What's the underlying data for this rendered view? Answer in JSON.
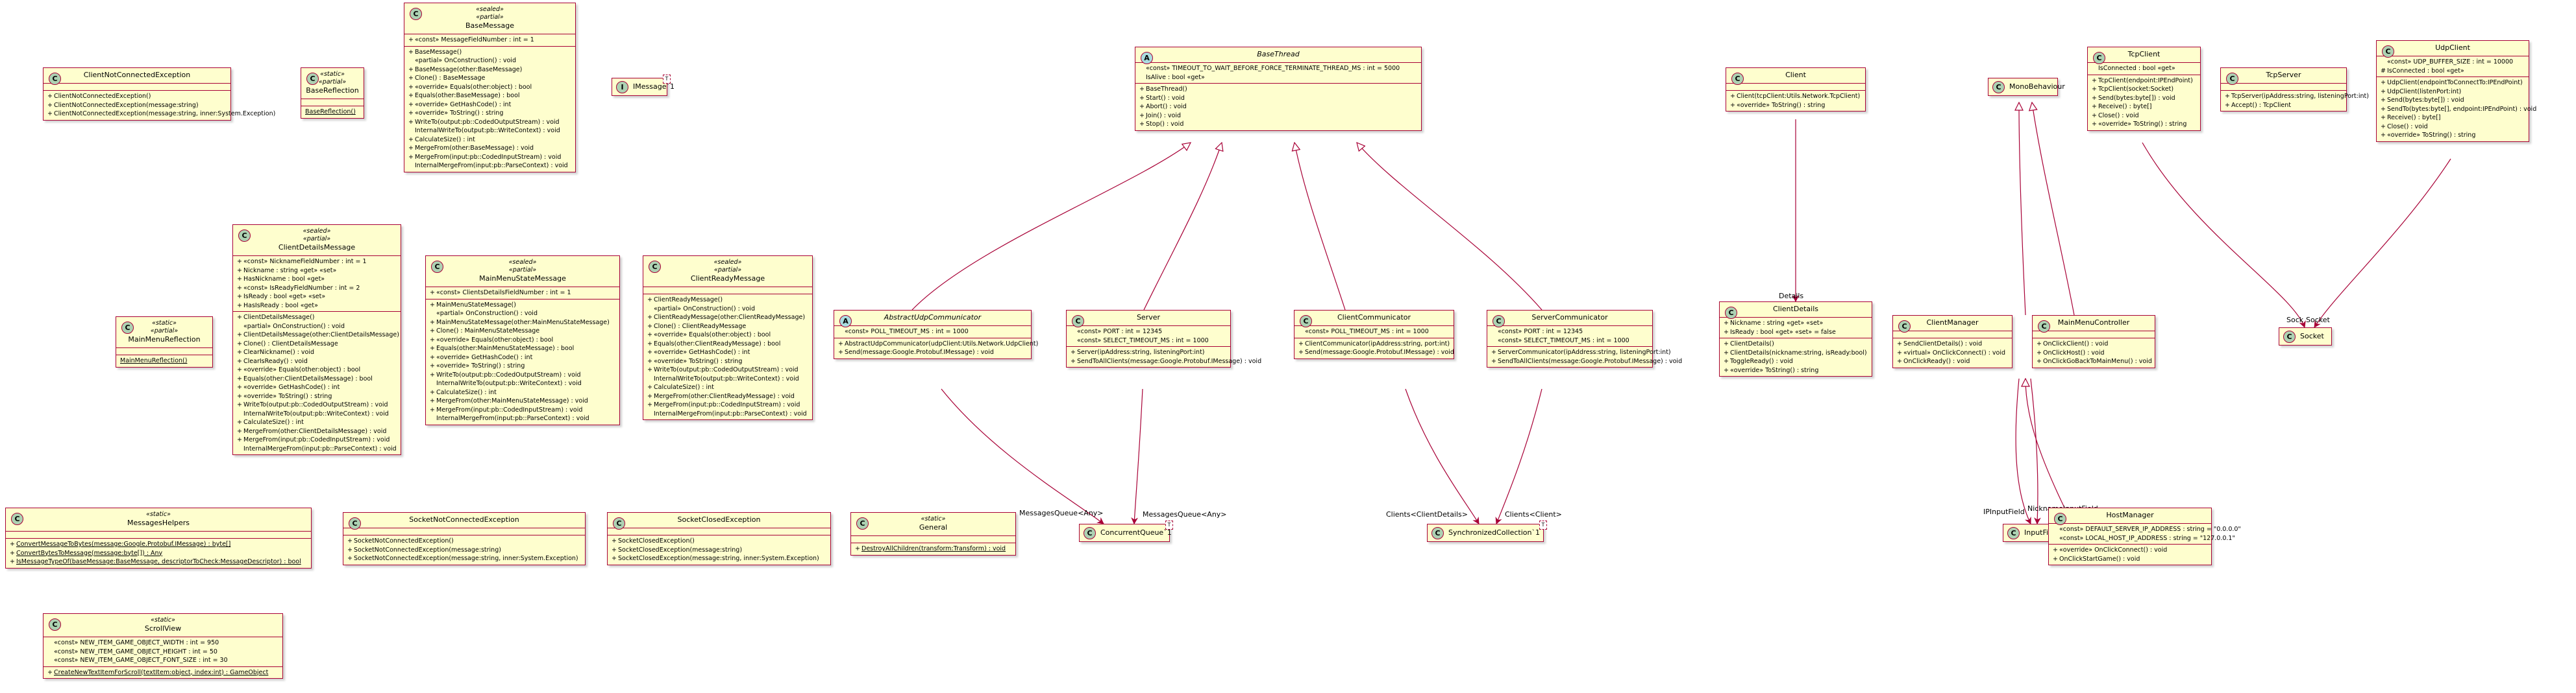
{
  "classes": {
    "client_not_connected_exception": {
      "name": "ClientNotConnectedException",
      "kind": "C",
      "fields": [],
      "methods": [
        {
          "vis": "+",
          "text": "ClientNotConnectedException()"
        },
        {
          "vis": "+",
          "text": "ClientNotConnectedException(message:string)"
        },
        {
          "vis": "+",
          "text": "ClientNotConnectedException(message:string, inner:System.Exception)"
        }
      ]
    },
    "base_reflection": {
      "name": "BaseReflection",
      "kind": "C",
      "stereotypes": [
        "«static»",
        "«partial»"
      ],
      "fields": [],
      "methods": [
        {
          "vis": "",
          "text": "BaseReflection()",
          "static": true
        }
      ]
    },
    "base_message": {
      "name": "BaseMessage",
      "kind": "C",
      "stereotypes": [
        "«sealed»",
        "«partial»"
      ],
      "fields": [
        {
          "vis": "+",
          "text": "«const» MessageFieldNumber : int = 1"
        }
      ],
      "methods": [
        {
          "vis": "+",
          "text": "BaseMessage()"
        },
        {
          "vis": "",
          "text": "«partial» OnConstruction() : void",
          "indent": true
        },
        {
          "vis": "+",
          "text": "BaseMessage(other:BaseMessage)"
        },
        {
          "vis": "+",
          "text": "Clone() : BaseMessage"
        },
        {
          "vis": "+",
          "text": "«override» Equals(other:object) : bool"
        },
        {
          "vis": "+",
          "text": "Equals(other:BaseMessage) : bool"
        },
        {
          "vis": "+",
          "text": "«override» GetHashCode() : int"
        },
        {
          "vis": "+",
          "text": "«override» ToString() : string"
        },
        {
          "vis": "+",
          "text": "WriteTo(output:pb::CodedOutputStream) : void"
        },
        {
          "vis": "",
          "text": "InternalWriteTo(output:pb::WriteContext) : void",
          "indent": true
        },
        {
          "vis": "+",
          "text": "CalculateSize() : int"
        },
        {
          "vis": "+",
          "text": "MergeFrom(other:BaseMessage) : void"
        },
        {
          "vis": "+",
          "text": "MergeFrom(input:pb::CodedInputStream) : void"
        },
        {
          "vis": "",
          "text": "InternalMergeFrom(input:pb::ParseContext) : void",
          "indent": true
        }
      ]
    },
    "imessage_1": {
      "name": "IMessage`1",
      "generic": "T"
    },
    "base_thread": {
      "name": "BaseThread",
      "kind": "A",
      "abstract": true,
      "fields": [
        {
          "vis": "",
          "text": "«const» TIMEOUT_TO_WAIT_BEFORE_FORCE_TERMINATE_THREAD_MS : int = 5000"
        },
        {
          "vis": "",
          "text": "IsAlive : bool «get»"
        }
      ],
      "methods": [
        {
          "vis": "+",
          "text": "BaseThread()"
        },
        {
          "vis": "+",
          "text": "Start() : void"
        },
        {
          "vis": "+",
          "text": "Abort() : void"
        },
        {
          "vis": "+",
          "text": "Join() : void"
        },
        {
          "vis": "+",
          "text": "Stop() : void"
        }
      ]
    },
    "client": {
      "name": "Client",
      "kind": "C",
      "fields": [],
      "methods": [
        {
          "vis": "+",
          "text": "Client(tcpClient:Utils.Network.TcpClient)"
        },
        {
          "vis": "+",
          "text": "«override» ToString() : string"
        }
      ]
    },
    "mono_behaviour": {
      "name": "MonoBehaviour",
      "kind": "C"
    },
    "tcp_client": {
      "name": "TcpClient",
      "kind": "C",
      "fields": [
        {
          "vis": "",
          "text": "IsConnected : bool «get»"
        }
      ],
      "methods": [
        {
          "vis": "+",
          "text": "TcpClient(endpoint:IPEndPoint)"
        },
        {
          "vis": "+",
          "text": "TcpClient(socket:Socket)"
        },
        {
          "vis": "+",
          "text": "Send(bytes:byte[]) : void"
        },
        {
          "vis": "+",
          "text": "Receive() : byte[]"
        },
        {
          "vis": "+",
          "text": "Close() : void"
        },
        {
          "vis": "+",
          "text": "«override» ToString() : string"
        }
      ]
    },
    "tcp_server": {
      "name": "TcpServer",
      "kind": "C",
      "fields": [],
      "methods": [
        {
          "vis": "+",
          "text": "TcpServer(ipAddress:string, listeningPort:int)"
        },
        {
          "vis": "+",
          "text": "Accept() : TcpClient"
        }
      ]
    },
    "udp_client": {
      "name": "UdpClient",
      "kind": "C",
      "fields": [
        {
          "vis": "",
          "text": "«const» UDP_BUFFER_SIZE : int = 10000"
        },
        {
          "vis": "#",
          "text": "IsConnected : bool «get»"
        }
      ],
      "methods": [
        {
          "vis": "+",
          "text": "UdpClient(endpointToConnectTo:IPEndPoint)"
        },
        {
          "vis": "+",
          "text": "UdpClient(listenPort:int)"
        },
        {
          "vis": "+",
          "text": "Send(bytes:byte[]) : void"
        },
        {
          "vis": "+",
          "text": "SendTo(bytes:byte[], endpoint:IPEndPoint) : void"
        },
        {
          "vis": "+",
          "text": "Receive() : byte[]"
        },
        {
          "vis": "+",
          "text": "Close() : void"
        },
        {
          "vis": "+",
          "text": "«override» ToString() : string"
        }
      ]
    },
    "client_details_message": {
      "name": "ClientDetailsMessage",
      "kind": "C",
      "stereotypes": [
        "«sealed»",
        "«partial»"
      ],
      "fields": [
        {
          "vis": "+",
          "text": "«const» NicknameFieldNumber : int = 1"
        },
        {
          "vis": "+",
          "text": "Nickname : string «get» «set»"
        },
        {
          "vis": "+",
          "text": "HasNickname : bool «get»"
        },
        {
          "vis": "+",
          "text": "«const» IsReadyFieldNumber : int = 2"
        },
        {
          "vis": "+",
          "text": "IsReady : bool «get» «set»"
        },
        {
          "vis": "+",
          "text": "HasIsReady : bool «get»"
        }
      ],
      "methods": [
        {
          "vis": "+",
          "text": "ClientDetailsMessage()"
        },
        {
          "vis": "",
          "text": "«partial» OnConstruction() : void",
          "indent": true
        },
        {
          "vis": "+",
          "text": "ClientDetailsMessage(other:ClientDetailsMessage)"
        },
        {
          "vis": "+",
          "text": "Clone() : ClientDetailsMessage"
        },
        {
          "vis": "+",
          "text": "ClearNickname() : void"
        },
        {
          "vis": "+",
          "text": "ClearIsReady() : void"
        },
        {
          "vis": "+",
          "text": "«override» Equals(other:object) : bool"
        },
        {
          "vis": "+",
          "text": "Equals(other:ClientDetailsMessage) : bool"
        },
        {
          "vis": "+",
          "text": "«override» GetHashCode() : int"
        },
        {
          "vis": "+",
          "text": "«override» ToString() : string"
        },
        {
          "vis": "+",
          "text": "WriteTo(output:pb::CodedOutputStream) : void"
        },
        {
          "vis": "",
          "text": "InternalWriteTo(output:pb::WriteContext) : void",
          "indent": true
        },
        {
          "vis": "+",
          "text": "CalculateSize() : int"
        },
        {
          "vis": "+",
          "text": "MergeFrom(other:ClientDetailsMessage) : void"
        },
        {
          "vis": "+",
          "text": "MergeFrom(input:pb::CodedInputStream) : void"
        },
        {
          "vis": "",
          "text": "InternalMergeFrom(input:pb::ParseContext) : void",
          "indent": true
        }
      ]
    },
    "main_menu_reflection": {
      "name": "MainMenuReflection",
      "kind": "C",
      "stereotypes": [
        "«static»",
        "«partial»"
      ],
      "fields": [],
      "methods": [
        {
          "vis": "",
          "text": "MainMenuReflection()",
          "static": true
        }
      ]
    },
    "main_menu_state_message": {
      "name": "MainMenuStateMessage",
      "kind": "C",
      "stereotypes": [
        "«sealed»",
        "«partial»"
      ],
      "fields": [
        {
          "vis": "+",
          "text": "«const» ClientsDetailsFieldNumber : int = 1"
        }
      ],
      "methods": [
        {
          "vis": "+",
          "text": "MainMenuStateMessage()"
        },
        {
          "vis": "",
          "text": "«partial» OnConstruction() : void",
          "indent": true
        },
        {
          "vis": "+",
          "text": "MainMenuStateMessage(other:MainMenuStateMessage)"
        },
        {
          "vis": "+",
          "text": "Clone() : MainMenuStateMessage"
        },
        {
          "vis": "+",
          "text": "«override» Equals(other:object) : bool"
        },
        {
          "vis": "+",
          "text": "Equals(other:MainMenuStateMessage) : bool"
        },
        {
          "vis": "+",
          "text": "«override» GetHashCode() : int"
        },
        {
          "vis": "+",
          "text": "«override» ToString() : string"
        },
        {
          "vis": "+",
          "text": "WriteTo(output:pb::CodedOutputStream) : void"
        },
        {
          "vis": "",
          "text": "InternalWriteTo(output:pb::WriteContext) : void",
          "indent": true
        },
        {
          "vis": "+",
          "text": "CalculateSize() : int"
        },
        {
          "vis": "+",
          "text": "MergeFrom(other:MainMenuStateMessage) : void"
        },
        {
          "vis": "+",
          "text": "MergeFrom(input:pb::CodedInputStream) : void"
        },
        {
          "vis": "",
          "text": "InternalMergeFrom(input:pb::ParseContext) : void",
          "indent": true
        }
      ]
    },
    "client_ready_message": {
      "name": "ClientReadyMessage",
      "kind": "C",
      "stereotypes": [
        "«sealed»",
        "«partial»"
      ],
      "fields": [],
      "methods": [
        {
          "vis": "+",
          "text": "ClientReadyMessage()"
        },
        {
          "vis": "",
          "text": "«partial» OnConstruction() : void",
          "indent": true
        },
        {
          "vis": "+",
          "text": "ClientReadyMessage(other:ClientReadyMessage)"
        },
        {
          "vis": "+",
          "text": "Clone() : ClientReadyMessage"
        },
        {
          "vis": "+",
          "text": "«override» Equals(other:object) : bool"
        },
        {
          "vis": "+",
          "text": "Equals(other:ClientReadyMessage) : bool"
        },
        {
          "vis": "+",
          "text": "«override» GetHashCode() : int"
        },
        {
          "vis": "+",
          "text": "«override» ToString() : string"
        },
        {
          "vis": "+",
          "text": "WriteTo(output:pb::CodedOutputStream) : void"
        },
        {
          "vis": "",
          "text": "InternalWriteTo(output:pb::WriteContext) : void",
          "indent": true
        },
        {
          "vis": "+",
          "text": "CalculateSize() : int"
        },
        {
          "vis": "+",
          "text": "MergeFrom(other:ClientReadyMessage) : void"
        },
        {
          "vis": "+",
          "text": "MergeFrom(input:pb::CodedInputStream) : void"
        },
        {
          "vis": "",
          "text": "InternalMergeFrom(input:pb::ParseContext) : void",
          "indent": true
        }
      ]
    },
    "abstract_udp_communicator": {
      "name": "AbstractUdpCommunicator",
      "kind": "A",
      "abstract": true,
      "fields": [
        {
          "vis": "",
          "text": "«const» POLL_TIMEOUT_MS : int = 1000"
        }
      ],
      "methods": [
        {
          "vis": "+",
          "text": "AbstractUdpCommunicator(udpClient:Utils.Network.UdpClient)"
        },
        {
          "vis": "+",
          "text": "Send(message:Google.Protobuf.IMessage) : void"
        }
      ]
    },
    "server": {
      "name": "Server",
      "kind": "C",
      "fields": [
        {
          "vis": "",
          "text": "«const» PORT : int = 12345"
        },
        {
          "vis": "",
          "text": "«const» SELECT_TIMEOUT_MS : int = 1000"
        }
      ],
      "methods": [
        {
          "vis": "+",
          "text": "Server(ipAddress:string, listeningPort:int)"
        },
        {
          "vis": "+",
          "text": "SendToAllClients(message:Google.Protobuf.IMessage) : void"
        }
      ]
    },
    "client_communicator": {
      "name": "ClientCommunicator",
      "kind": "C",
      "fields": [
        {
          "vis": "",
          "text": "«const» POLL_TIMEOUT_MS : int = 1000"
        }
      ],
      "methods": [
        {
          "vis": "+",
          "text": "ClientCommunicator(ipAddress:string, port:int)"
        },
        {
          "vis": "+",
          "text": "Send(message:Google.Protobuf.IMessage) : void"
        }
      ]
    },
    "server_communicator": {
      "name": "ServerCommunicator",
      "kind": "C",
      "fields": [
        {
          "vis": "",
          "text": "«const» PORT : int = 12345"
        },
        {
          "vis": "",
          "text": "«const» SELECT_TIMEOUT_MS : int = 1000"
        }
      ],
      "methods": [
        {
          "vis": "+",
          "text": "ServerCommunicator(ipAddress:string, listeningPort:int)"
        },
        {
          "vis": "+",
          "text": "SendToAllClients(message:Google.Protobuf.IMessage) : void"
        }
      ]
    },
    "client_details": {
      "name": "ClientDetails",
      "kind": "C",
      "fields": [
        {
          "vis": "+",
          "text": "Nickname : string «get» «set»"
        },
        {
          "vis": "+",
          "text": "IsReady : bool «get» «set» = false"
        }
      ],
      "methods": [
        {
          "vis": "+",
          "text": "ClientDetails()"
        },
        {
          "vis": "+",
          "text": "ClientDetails(nickname:string, isReady:bool)"
        },
        {
          "vis": "+",
          "text": "ToggleReady() : void"
        },
        {
          "vis": "+",
          "text": "«override» ToString() : string"
        }
      ]
    },
    "client_manager": {
      "name": "ClientManager",
      "kind": "C",
      "fields": [],
      "methods": [
        {
          "vis": "+",
          "text": "SendClientDetails() : void"
        },
        {
          "vis": "+",
          "text": "«virtual» OnClickConnect() : void"
        },
        {
          "vis": "+",
          "text": "OnClickReady() : void"
        }
      ]
    },
    "main_menu_controller": {
      "name": "MainMenuController",
      "kind": "C",
      "fields": [],
      "methods": [
        {
          "vis": "+",
          "text": "OnClickClient() : void"
        },
        {
          "vis": "+",
          "text": "OnClickHost() : void"
        },
        {
          "vis": "+",
          "text": "OnClickGoBackToMainMenu() : void"
        }
      ]
    },
    "socket": {
      "name": "Socket",
      "kind": "C"
    },
    "messages_helpers": {
      "name": "MessagesHelpers",
      "kind": "C",
      "stereotypes": [
        "«static»"
      ],
      "fields": [],
      "methods": [
        {
          "vis": "+",
          "text": "ConvertMessageToBytes(message:Google.Protobuf.IMessage) : byte[]",
          "static": true
        },
        {
          "vis": "+",
          "text": "ConvertBytesToMessage(message:byte[]) : Any",
          "static": true
        },
        {
          "vis": "+",
          "text": "IsMessageTypeOf(baseMessage:BaseMessage, descriptorToCheck:MessageDescriptor) : bool",
          "static": true
        }
      ]
    },
    "socket_not_connected_exception": {
      "name": "SocketNotConnectedException",
      "kind": "C",
      "fields": [],
      "methods": [
        {
          "vis": "+",
          "text": "SocketNotConnectedException()"
        },
        {
          "vis": "+",
          "text": "SocketNotConnectedException(message:string)"
        },
        {
          "vis": "+",
          "text": "SocketNotConnectedException(message:string, inner:System.Exception)"
        }
      ]
    },
    "socket_closed_exception": {
      "name": "SocketClosedException",
      "kind": "C",
      "fields": [],
      "methods": [
        {
          "vis": "+",
          "text": "SocketClosedException()"
        },
        {
          "vis": "+",
          "text": "SocketClosedException(message:string)"
        },
        {
          "vis": "+",
          "text": "SocketClosedException(message:string, inner:System.Exception)"
        }
      ]
    },
    "general": {
      "name": "General",
      "kind": "C",
      "stereotypes": [
        "«static»"
      ],
      "fields": [],
      "methods": [
        {
          "vis": "+",
          "text": "DestroyAllChildren(transform:Transform) : void",
          "static": true
        }
      ]
    },
    "concurrent_queue_1": {
      "name": "ConcurrentQueue`1",
      "generic": "T"
    },
    "synchronized_collection_1": {
      "name": "SynchronizedCollection`1",
      "generic": "T"
    },
    "input_field": {
      "name": "InputField",
      "kind": "C"
    },
    "host_manager": {
      "name": "HostManager",
      "kind": "C",
      "fields": [
        {
          "vis": "",
          "text": "«const» DEFAULT_SERVER_IP_ADDRESS : string = \"0.0.0.0\""
        },
        {
          "vis": "",
          "text": "«const» LOCAL_HOST_IP_ADDRESS : string = \"127.0.0.1\""
        }
      ],
      "methods": [
        {
          "vis": "+",
          "text": "«override» OnClickConnect() : void"
        },
        {
          "vis": "+",
          "text": "OnClickStartGame() : void"
        }
      ]
    },
    "scroll_view": {
      "name": "ScrollView",
      "kind": "C",
      "stereotypes": [
        "«static»"
      ],
      "fields": [
        {
          "vis": "",
          "text": "«const» NEW_ITEM_GAME_OBJECT_WIDTH : int = 950"
        },
        {
          "vis": "",
          "text": "«const» NEW_ITEM_GAME_OBJECT_HEIGHT : int = 50"
        },
        {
          "vis": "",
          "text": "«const» NEW_ITEM_GAME_OBJECT_FONT_SIZE : int = 30"
        }
      ],
      "methods": [
        {
          "vis": "+",
          "text": "CreateNewTextItemForScroll(textItem:object, index:int) : GameObject",
          "static": true
        }
      ]
    }
  },
  "edge_labels": {
    "messages_queue_udp": "MessagesQueue<Any>",
    "messages_queue_server": "MessagesQueue<Any>",
    "details": "Details",
    "clients_client_details": "Clients<ClientDetails>",
    "clients_client": "Clients<Client>",
    "sock_tcp": "Sock",
    "socket_udp": "Socket",
    "ip_input_field": "IPInputField",
    "nickname_input_field": "NicknameInputField"
  },
  "colors": {
    "box_fill": "#fefece",
    "border": "#a80036",
    "class_icon": "#add1b2",
    "abstract_icon": "#a9dcdf"
  }
}
